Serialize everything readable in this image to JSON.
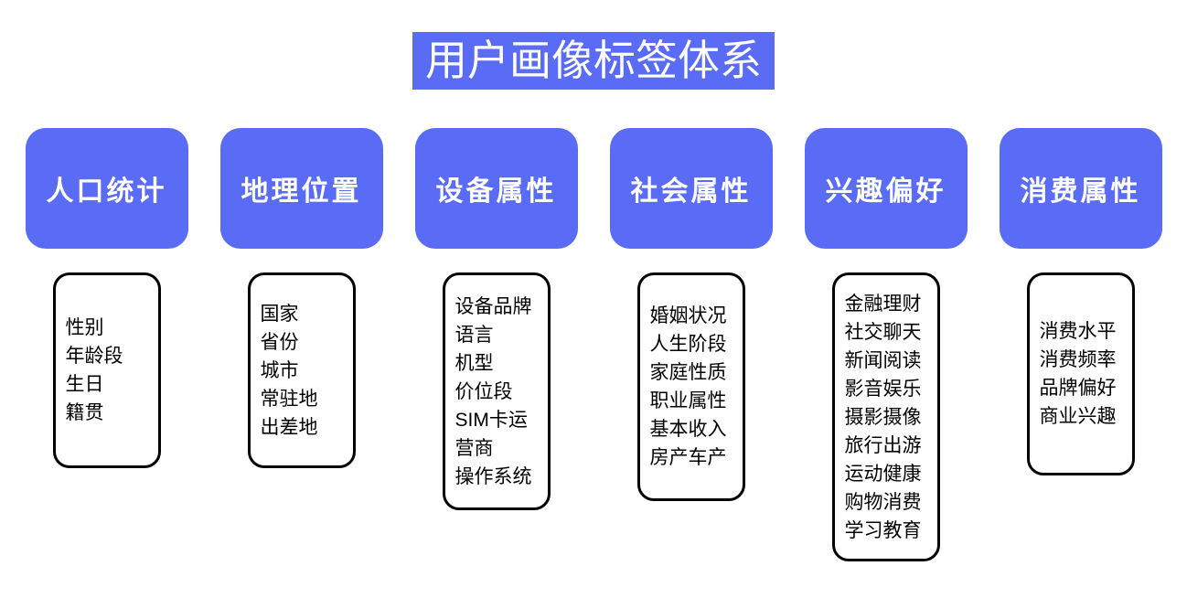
{
  "title": "用户画像标签体系",
  "colors": {
    "accent": "#5a6cf5",
    "border": "#000000",
    "title_text": "#ffffff",
    "item_text": "#000000",
    "background": "#ffffff"
  },
  "columns": [
    {
      "header": "人口统计",
      "items": [
        "性别",
        "年龄段",
        "生日",
        "籍贯"
      ]
    },
    {
      "header": "地理位置",
      "items": [
        "国家",
        "省份",
        "城市",
        "常驻地",
        "出差地"
      ]
    },
    {
      "header": "设备属性",
      "items": [
        "设备品牌",
        "语言",
        "机型",
        "价位段",
        "SIM卡运营商",
        "操作系统"
      ]
    },
    {
      "header": "社会属性",
      "items": [
        "婚姻状况",
        "人生阶段",
        "家庭性质",
        "职业属性",
        "基本收入",
        "房产车产"
      ]
    },
    {
      "header": "兴趣偏好",
      "items": [
        "金融理财",
        "社交聊天",
        "新闻阅读",
        "影音娱乐",
        "摄影摄像",
        "旅行出游",
        "运动健康",
        "购物消费",
        "学习教育"
      ]
    },
    {
      "header": "消费属性",
      "items": [
        "消费水平",
        "消费频率",
        "品牌偏好",
        "商业兴趣"
      ]
    }
  ]
}
